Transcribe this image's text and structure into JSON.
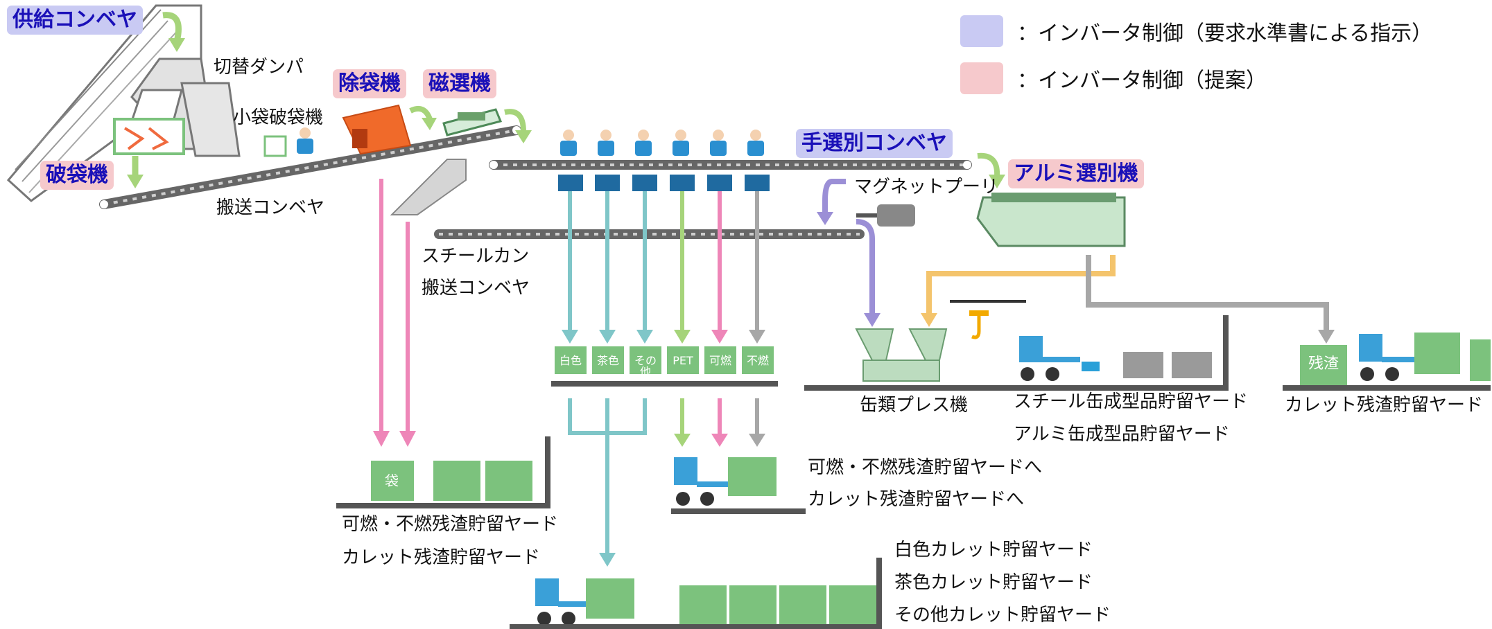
{
  "legend": {
    "blue": {
      "color": "#c9caf3",
      "text": "：インバータ制御（要求水準書による指示）"
    },
    "pink": {
      "color": "#f6c9cc",
      "text": "：インバータ制御（提案）"
    }
  },
  "badges": {
    "supply_conveyor": "供給コンベヤ",
    "bag_breaker": "破袋機",
    "bag_remover": "除袋機",
    "magnetic_separator": "磁選機",
    "hand_sort_conveyor": "手選別コンベヤ",
    "aluminum_separator": "アルミ選別機"
  },
  "labels": {
    "switch_damper": "切替ダンパ",
    "small_bag_breaker": "小袋破袋機",
    "transport_conveyor": "搬送コンベヤ",
    "steel_can": "スチールカン",
    "steel_can_conveyor": "搬送コンベヤ",
    "magnet_pulley": "マグネットプーリ",
    "can_press": "缶類プレス機",
    "steel_yard": "スチール缶成型品貯留ヤード",
    "alu_yard": "アルミ缶成型品貯留ヤード",
    "cullet_residue_yard_right": "カレット残渣貯留ヤード",
    "combustible_to": "可燃・不燃残渣貯留ヤードへ",
    "cullet_residue_to": "カレット残渣貯留ヤードへ",
    "combustible_yard_left": "可燃・不燃残渣貯留ヤード",
    "cullet_residue_yard_left": "カレット残渣貯留ヤード",
    "white_yard": "白色カレット貯留ヤード",
    "brown_yard": "茶色カレット貯留ヤード",
    "other_yard": "その他カレット貯留ヤード"
  },
  "bins": [
    "白色",
    "茶色",
    "その他",
    "PET",
    "可燃",
    "不燃"
  ],
  "bag_bin": "袋",
  "residue_bin": "残渣",
  "icons": [
    "forklift-icon",
    "worker-icon",
    "crane-hook-icon",
    "motor-icon"
  ],
  "colors": {
    "teal": "#7fc6c8",
    "green_arrow": "#a6d47a",
    "pink_arrow": "#ee86b8",
    "gray_arrow": "#a7a7a7",
    "purple_arrow": "#9b8fd6",
    "yellow_arrow": "#f4c46c",
    "box_green": "#7cc27d",
    "floor": "#555555"
  }
}
